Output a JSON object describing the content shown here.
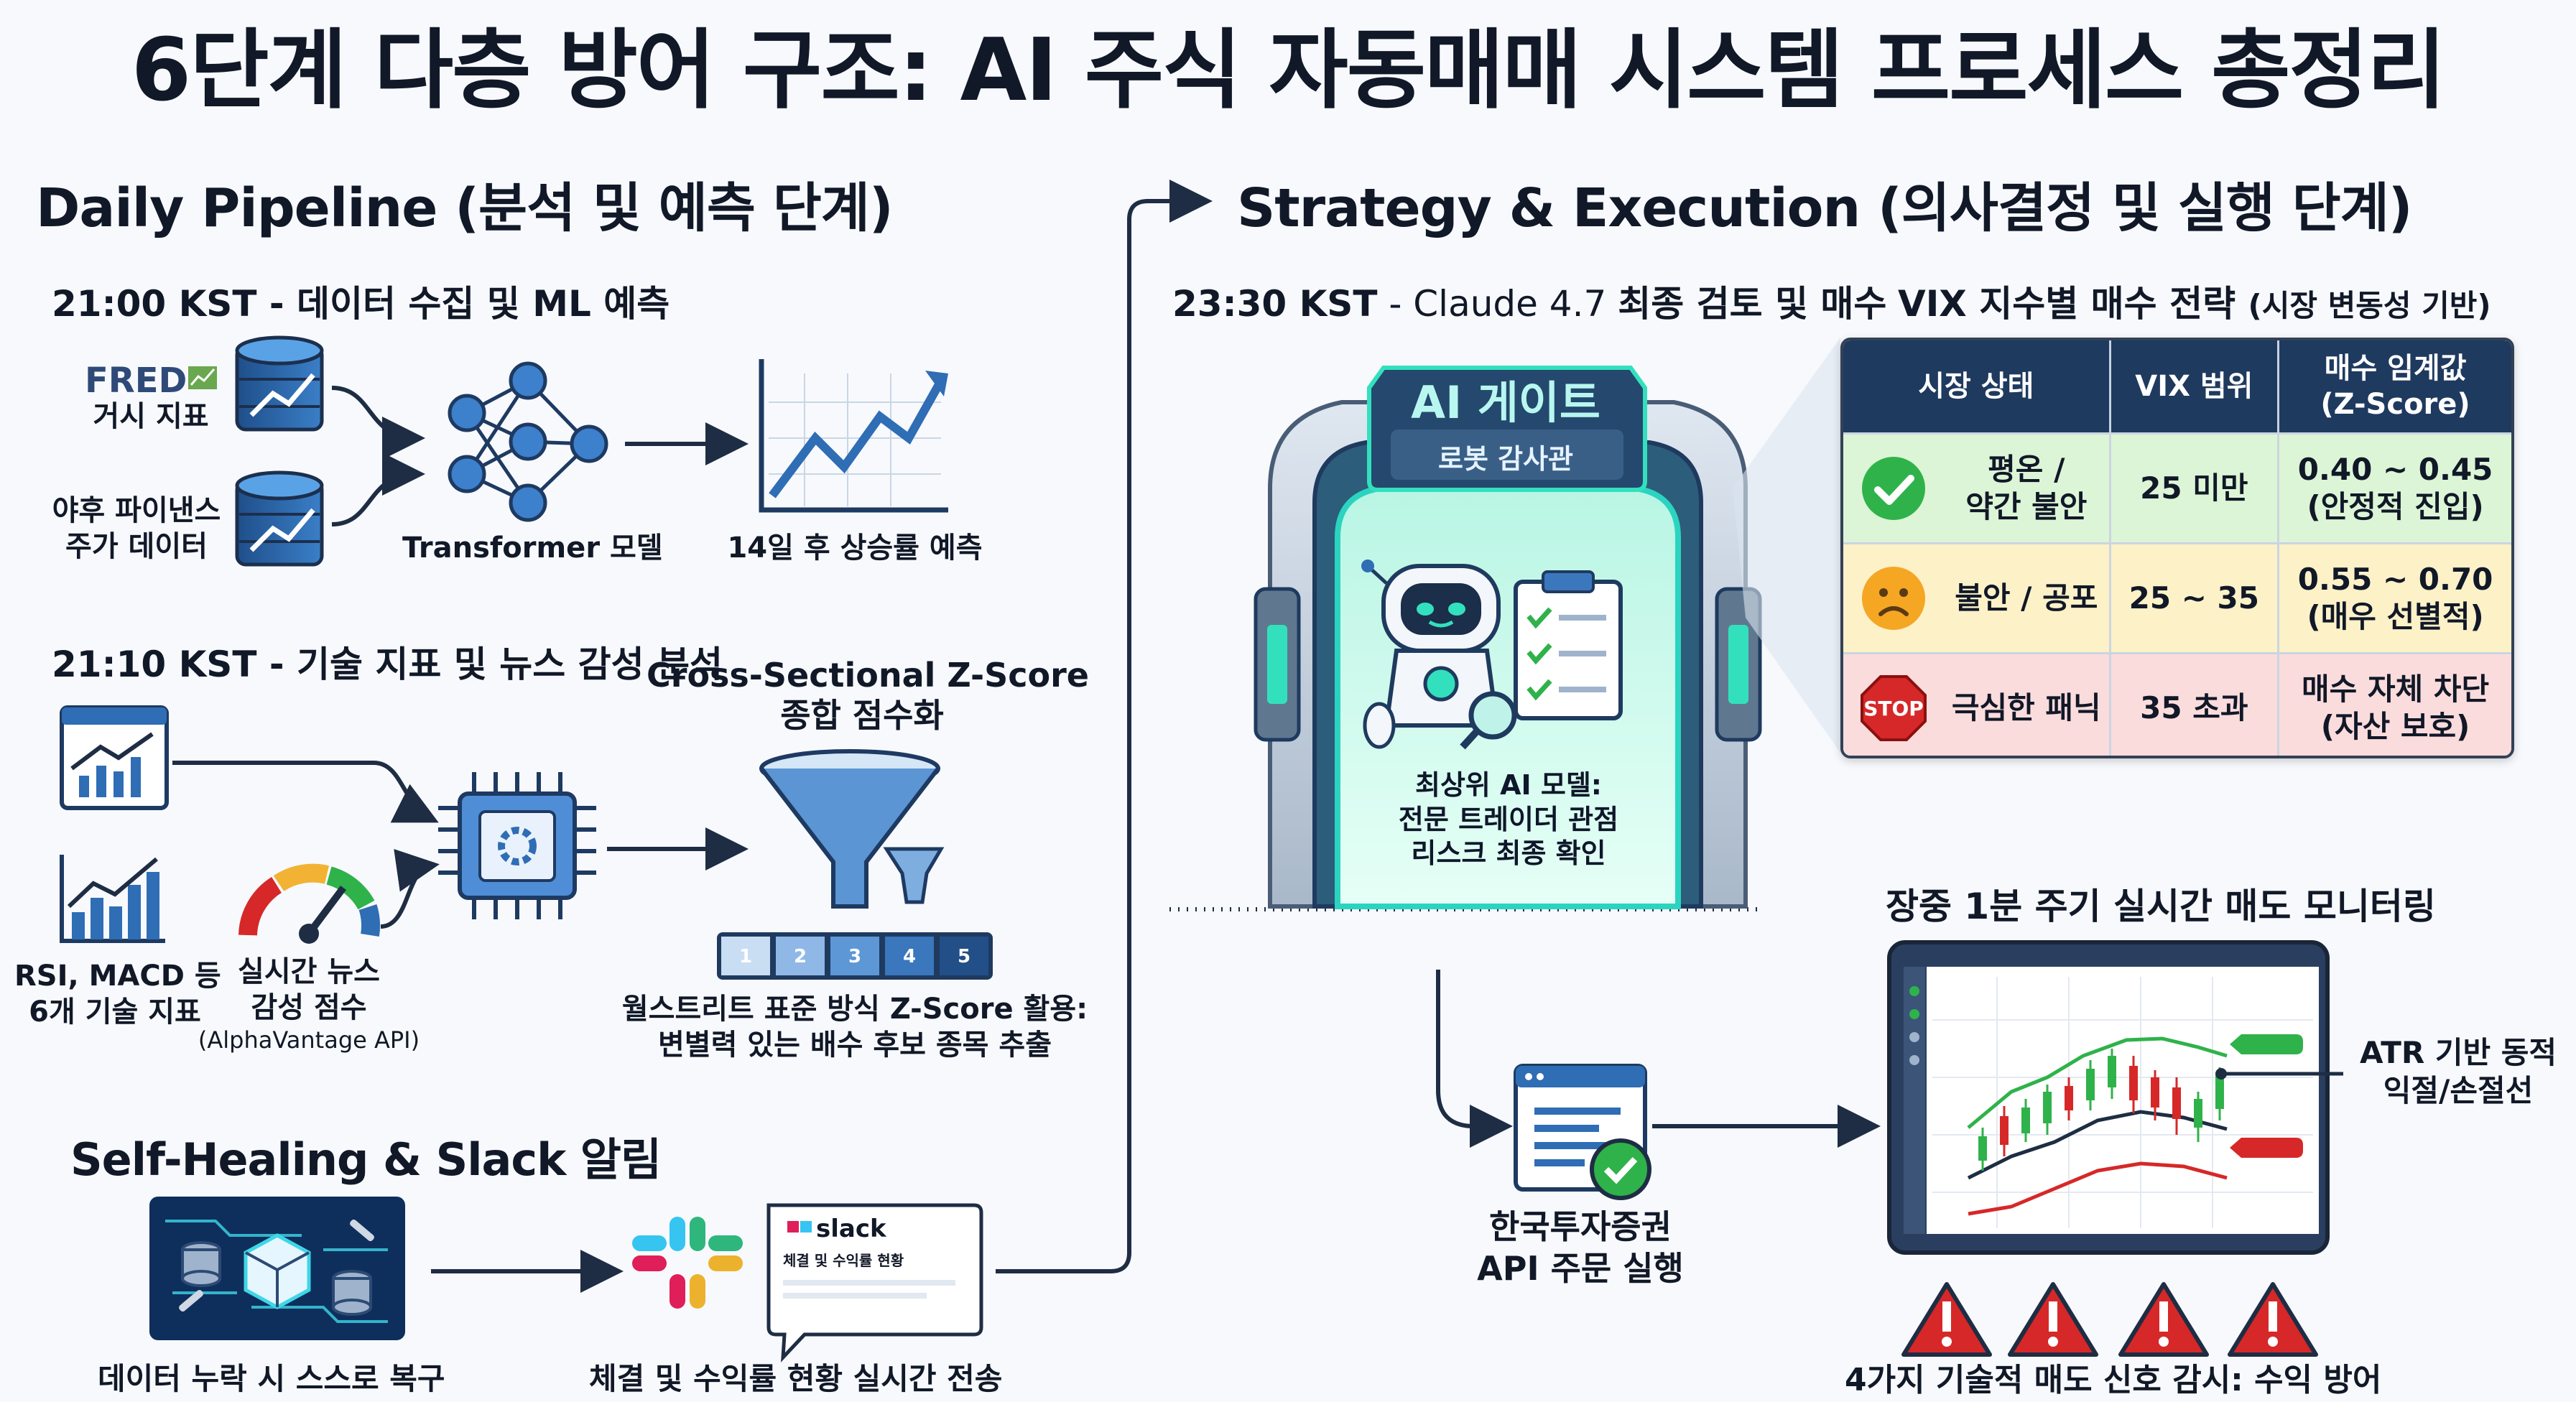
{
  "title": "6단계 다층 방어 구조: AI 주식 자동매매 시스템 프로세스 총정리",
  "daily": {
    "header": "Daily Pipeline (분석 및 예측 단계)",
    "step1": {
      "title": "21:00 KST - 데이터 수집 및 ML 예측",
      "fred_logo": "FRED",
      "fred_label": "거시 지표",
      "yahoo_line1": "야후 파이낸스",
      "yahoo_line2": "주가 데이터",
      "model": "Transformer 모델",
      "predict": "14일 후 상승률 예측"
    },
    "step2": {
      "title": "21:10 KST - 기술 지표 및 뉴스 감성 분석",
      "rsi_line1": "RSI, MACD 등",
      "rsi_line2": "6개 기술 지표",
      "news_line1": "실시간 뉴스",
      "news_line2": "감성 점수",
      "news_line3": "(AlphaVantage API)",
      "z_title_line1": "Cross-Sectional Z-Score",
      "z_title_line2": "종합 점수화",
      "ranks": [
        "1",
        "2",
        "3",
        "4",
        "5"
      ],
      "z_desc_line1": "월스트리트 표준 방식 Z-Score 활용:",
      "z_desc_line2": "변별력 있는 배수 후보 종목 추출"
    }
  },
  "selfheal": {
    "header": "Self-Healing & Slack 알림",
    "recover": "데이터 누락 시 스스로 복구",
    "slack_logo": "slack",
    "slack_msg": "체결 및 수익률 현황",
    "transmit": "체결 및 수익률 현황 실시간 전송"
  },
  "strategy": {
    "header": "Strategy & Execution (의사결정 및 실행 단계)",
    "claude_time": "23:30 KST",
    "claude_rest": " - Claude 4.7 ",
    "claude_bold": "최종 검토 및 매수",
    "gate_title": "AI 게이트",
    "gate_sub": "로봇 감사관",
    "gate_desc_line1": "최상위 AI 모델:",
    "gate_desc_line2": "전문 트레이더 관점",
    "gate_desc_line3": "리스크 최종 확인",
    "vix_title": "VIX 지수별 매수 전략",
    "vix_title_sub": "(시장 변동성 기반)",
    "vix_headers": [
      "시장 상태",
      "VIX 범위",
      "매수 임계값\n(Z-Score)"
    ],
    "vix_rows": [
      {
        "state": "평온 /\n약간 불안",
        "range": "25 미만",
        "threshold": "0.40 ~ 0.45\n(안정적 진입)",
        "icon": "check-icon"
      },
      {
        "state": "불안 / 공포",
        "range": "25 ~ 35",
        "threshold": "0.55 ~ 0.70\n(매우 선별적)",
        "icon": "worried-face-icon"
      },
      {
        "state": "극심한 패닉",
        "range": "35 초과",
        "threshold": "매수 자체 차단\n(자산 보호)",
        "icon": "stop-sign-icon"
      }
    ],
    "stop_text": "STOP",
    "order_line1": "한국투자증권",
    "order_line2": "API 주문 실행",
    "monitor_title": "장중 1분 주기 실시간 매도 모니터링",
    "atr_line1": "ATR 기반 동적",
    "atr_line2": "익절/손절선",
    "signals": "4가지 기술적 매도 신호 감시: 수익 방어"
  },
  "colors": {
    "navy": "#1f3a5f",
    "accent": "#2f6db5",
    "green": "#2fb24a",
    "red": "#d62828",
    "teal": "#2bd4c0"
  }
}
